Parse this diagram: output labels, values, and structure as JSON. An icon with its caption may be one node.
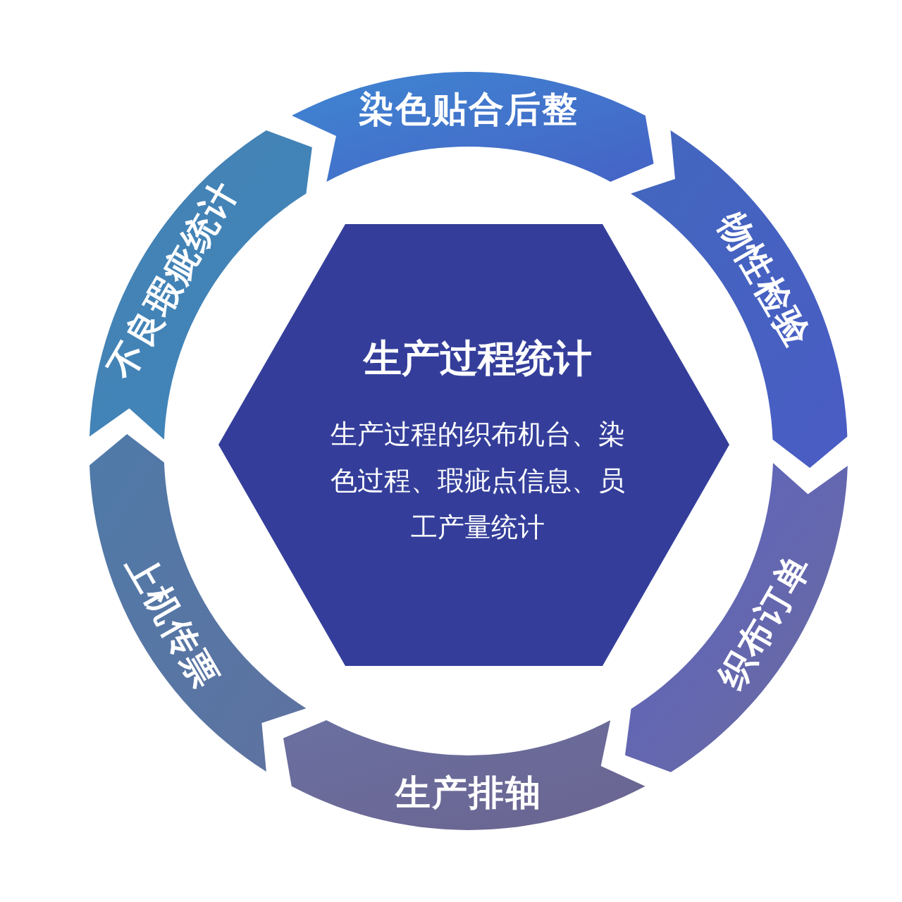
{
  "diagram": {
    "nodes": [
      {
        "text": [
          "生产过程统计",
          "生产过程的织布机台、染色过程、瑕疵点信息、员工产量统计"
        ]
      },
      {
        "text": [
          "染色贴合后整"
        ]
      },
      {
        "text": [
          "物性检验"
        ]
      },
      {
        "text": [
          "织布订单"
        ]
      },
      {
        "text": [
          "生产排轴"
        ]
      },
      {
        "text": [
          "上机传票"
        ]
      },
      {
        "text": [
          "不良瑕疵统计"
        ]
      }
    ]
  }
}
